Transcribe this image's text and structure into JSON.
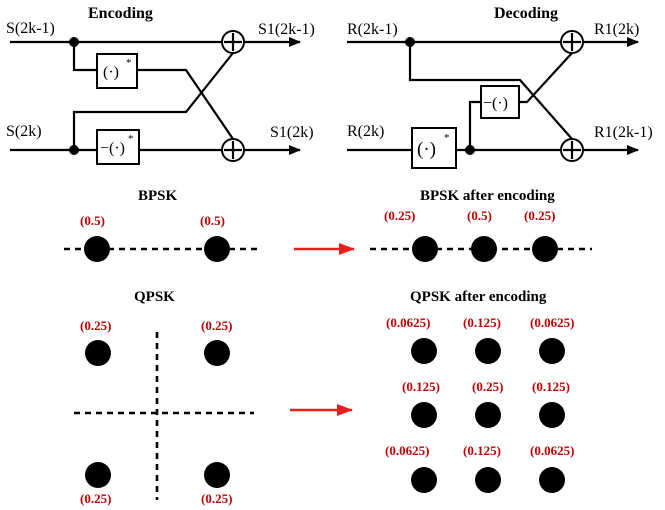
{
  "encoder": {
    "title": "Encoding",
    "in_top": "S(2k-1)",
    "in_bottom": "S(2k)",
    "out_top": "S1(2k-1)",
    "out_bottom": "S1(2k)",
    "conj": "(·)",
    "negconj": "−(·)",
    "star": "*"
  },
  "decoder": {
    "title": "Decoding",
    "in_top": "R(2k-1)",
    "in_bottom": "R(2k)",
    "out_top": "R1(2k)",
    "out_bottom": "R1(2k-1)",
    "neg": "−(·)",
    "conj": "(·)",
    "star": "*"
  },
  "bpsk": {
    "title": "BPSK",
    "probs": [
      "(0.5)",
      "(0.5)"
    ]
  },
  "bpsk_after": {
    "title": "BPSK after encoding",
    "probs": [
      "(0.25)",
      "(0.5)",
      "(0.25)"
    ]
  },
  "qpsk": {
    "title": "QPSK",
    "probs": [
      "(0.25)",
      "(0.25)",
      "(0.25)",
      "(0.25)"
    ]
  },
  "qpsk_after": {
    "title": "QPSK after encoding",
    "probs": [
      "(0.0625)",
      "(0.125)",
      "(0.0625)",
      "(0.125)",
      "(0.25)",
      "(0.125)",
      "(0.0625)",
      "(0.125)",
      "(0.0625)"
    ]
  },
  "colors": {
    "probability": "#c00000",
    "arrow": "#e8201c"
  }
}
